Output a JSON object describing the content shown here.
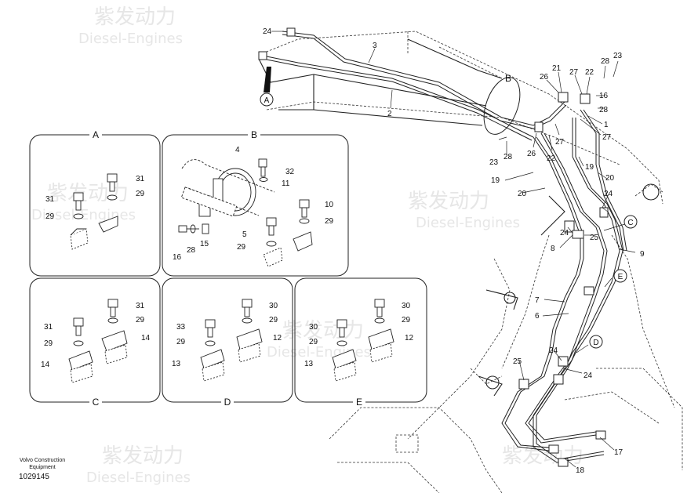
{
  "watermark": {
    "cn": "紫发动力",
    "en": "Diesel-Engines"
  },
  "footer": {
    "line1": "Volvo Construction",
    "line2": "Equipment",
    "part_number": "1029145"
  },
  "detail_panels": [
    {
      "id": "A",
      "callouts": [
        "31",
        "29",
        "31",
        "29"
      ]
    },
    {
      "id": "B",
      "callouts": [
        "4",
        "32",
        "11",
        "10",
        "29",
        "16",
        "28",
        "15",
        "5",
        "29"
      ]
    },
    {
      "id": "C",
      "callouts": [
        "31",
        "29",
        "31",
        "29",
        "14",
        "14"
      ]
    },
    {
      "id": "D",
      "callouts": [
        "30",
        "29",
        "33",
        "29",
        "12",
        "13"
      ]
    },
    {
      "id": "E",
      "callouts": [
        "30",
        "29",
        "30",
        "29",
        "12",
        "13"
      ]
    }
  ],
  "view_markers": [
    "A",
    "B",
    "C",
    "D",
    "E"
  ],
  "main_callouts": [
    "24",
    "3",
    "2",
    "21",
    "26",
    "27",
    "22",
    "28",
    "23",
    "16",
    "28",
    "1",
    "27",
    "23",
    "28",
    "26",
    "22",
    "27",
    "19",
    "20",
    "19",
    "20",
    "24",
    "24",
    "25",
    "8",
    "9",
    "7",
    "6",
    "24",
    "25",
    "24",
    "17",
    "18"
  ]
}
